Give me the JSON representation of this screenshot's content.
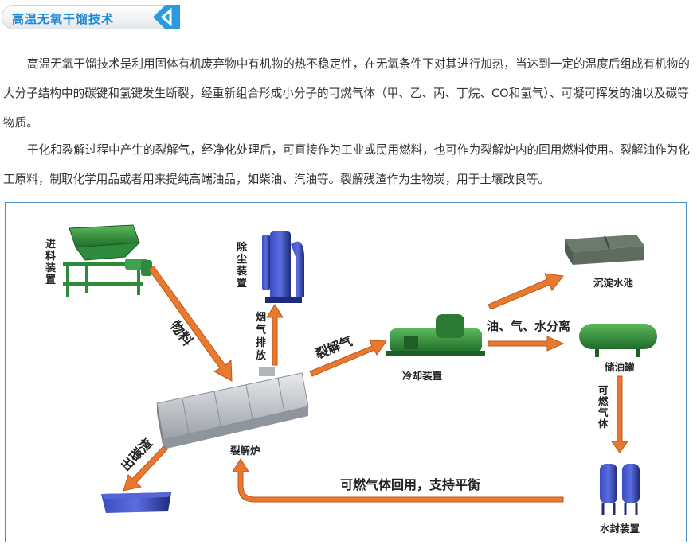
{
  "header": {
    "title": "高温无氧干馏技术"
  },
  "paragraphs": [
    "高温无氧干馏技术是利用固体有机废弃物中有机物的热不稳定性，在无氧条件下对其进行加热，当达到一定的温度后组成有机物的大分子结构中的碳键和氢键发生断裂，经重新组合形成小分子的可燃气体（甲、乙、丙、丁烷、CO和氢气）、可凝可挥发的油以及碳等物质。",
    "干化和裂解过程中产生的裂解气，经净化处理后，可直接作为工业或民用燃料，也可作为裂解炉内的回用燃料使用。裂解油作为化工原料，制取化学用品或者用来提纯高端油品，如柴油、汽油等。裂解残渣作为生物炭，用于土壤改良等。"
  ],
  "diagram": {
    "feeder": "进料装置",
    "dust_remover": "除尘装置",
    "sedimentation_tank": "沉淀水池",
    "material": "物料",
    "flue_gas": "烟气排放",
    "pyrolysis_gas": "裂解气",
    "separation": "油、气、水分离",
    "cooler": "冷却装置",
    "storage_tank": "储油罐",
    "combustible_gas": "可燃气体",
    "furnace": "裂解炉",
    "char_output": "出碳渣",
    "recycle": "可燃气体回用，支持平衡",
    "water_seal": "水封装置"
  },
  "colors": {
    "title": "#1a8ad4",
    "arrow": "#e8792f",
    "arrow_stroke": "#b95a1c",
    "frame": "#4a8fc6",
    "equipment_green": "#2f8a3c",
    "equipment_blue": "#2c3d9a"
  }
}
